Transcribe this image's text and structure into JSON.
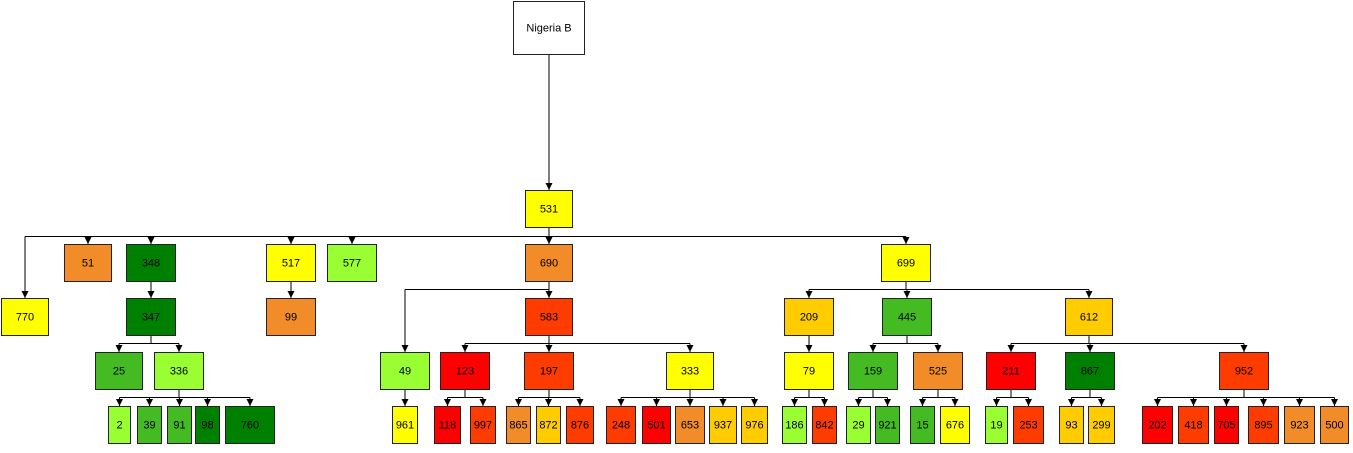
{
  "palette": {
    "white": "#ffffff",
    "yellow": "#ffff00",
    "gold": "#ffcc00",
    "orange": "#f28c28",
    "red_orange": "#ff3c00",
    "red": "#ff0000",
    "lime": "#99ff33",
    "green": "#44bb22",
    "dark_green": "#008000"
  },
  "tree": {
    "id": "root",
    "label": "Nigeria B",
    "color": "white",
    "children": [
      {
        "id": "n531",
        "label": "531",
        "color": "yellow",
        "children": [
          {
            "id": "n770",
            "label": "770",
            "color": "yellow",
            "children": []
          },
          {
            "id": "n51",
            "label": "51",
            "color": "orange",
            "children": []
          },
          {
            "id": "n348",
            "label": "348",
            "color": "dark_green",
            "children": [
              {
                "id": "n347",
                "label": "347",
                "color": "dark_green",
                "children": [
                  {
                    "id": "n25",
                    "label": "25",
                    "color": "green",
                    "children": []
                  },
                  {
                    "id": "n336",
                    "label": "336",
                    "color": "lime",
                    "children": [
                      {
                        "id": "n2",
                        "label": "2",
                        "color": "lime",
                        "children": []
                      },
                      {
                        "id": "n39",
                        "label": "39",
                        "color": "green",
                        "children": []
                      },
                      {
                        "id": "n91",
                        "label": "91",
                        "color": "green",
                        "children": []
                      },
                      {
                        "id": "n98",
                        "label": "98",
                        "color": "dark_green",
                        "children": []
                      },
                      {
                        "id": "n760",
                        "label": "760",
                        "color": "dark_green",
                        "children": []
                      }
                    ]
                  }
                ]
              }
            ]
          },
          {
            "id": "n517",
            "label": "517",
            "color": "yellow",
            "children": [
              {
                "id": "n99",
                "label": "99",
                "color": "orange",
                "children": []
              }
            ]
          },
          {
            "id": "n577",
            "label": "577",
            "color": "lime",
            "children": []
          },
          {
            "id": "n690",
            "label": "690",
            "color": "orange",
            "children": [
              {
                "id": "n49",
                "label": "49",
                "color": "lime",
                "children": [
                  {
                    "id": "n961",
                    "label": "961",
                    "color": "yellow",
                    "children": []
                  }
                ]
              },
              {
                "id": "n583",
                "label": "583",
                "color": "red_orange",
                "children": [
                  {
                    "id": "n123",
                    "label": "123",
                    "color": "red",
                    "children": [
                      {
                        "id": "n118",
                        "label": "118",
                        "color": "red",
                        "children": []
                      },
                      {
                        "id": "n997",
                        "label": "997",
                        "color": "red_orange",
                        "children": []
                      }
                    ]
                  },
                  {
                    "id": "n197",
                    "label": "197",
                    "color": "red_orange",
                    "children": [
                      {
                        "id": "n865",
                        "label": "865",
                        "color": "orange",
                        "children": []
                      },
                      {
                        "id": "n872",
                        "label": "872",
                        "color": "gold",
                        "children": []
                      },
                      {
                        "id": "n876",
                        "label": "876",
                        "color": "red_orange",
                        "children": []
                      }
                    ]
                  },
                  {
                    "id": "n333",
                    "label": "333",
                    "color": "yellow",
                    "children": [
                      {
                        "id": "n248",
                        "label": "248",
                        "color": "red_orange",
                        "children": []
                      },
                      {
                        "id": "n501",
                        "label": "501",
                        "color": "red",
                        "children": []
                      },
                      {
                        "id": "n653",
                        "label": "653",
                        "color": "orange",
                        "children": []
                      },
                      {
                        "id": "n937",
                        "label": "937",
                        "color": "gold",
                        "children": []
                      },
                      {
                        "id": "n976",
                        "label": "976",
                        "color": "gold",
                        "children": []
                      }
                    ]
                  }
                ]
              }
            ]
          },
          {
            "id": "n699",
            "label": "699",
            "color": "yellow",
            "children": [
              {
                "id": "n209",
                "label": "209",
                "color": "gold",
                "children": [
                  {
                    "id": "n79",
                    "label": "79",
                    "color": "yellow",
                    "children": [
                      {
                        "id": "n186",
                        "label": "186",
                        "color": "lime",
                        "children": []
                      },
                      {
                        "id": "n842",
                        "label": "842",
                        "color": "red_orange",
                        "children": []
                      }
                    ]
                  }
                ]
              },
              {
                "id": "n445",
                "label": "445",
                "color": "green",
                "children": [
                  {
                    "id": "n159",
                    "label": "159",
                    "color": "green",
                    "children": [
                      {
                        "id": "n29",
                        "label": "29",
                        "color": "lime",
                        "children": []
                      },
                      {
                        "id": "n921",
                        "label": "921",
                        "color": "green",
                        "children": []
                      }
                    ]
                  },
                  {
                    "id": "n525",
                    "label": "525",
                    "color": "orange",
                    "children": [
                      {
                        "id": "n15",
                        "label": "15",
                        "color": "green",
                        "children": []
                      },
                      {
                        "id": "n676",
                        "label": "676",
                        "color": "yellow",
                        "children": []
                      }
                    ]
                  }
                ]
              },
              {
                "id": "n612",
                "label": "612",
                "color": "gold",
                "children": [
                  {
                    "id": "n211",
                    "label": "211",
                    "color": "red",
                    "children": [
                      {
                        "id": "n19",
                        "label": "19",
                        "color": "lime",
                        "children": []
                      },
                      {
                        "id": "n253",
                        "label": "253",
                        "color": "red_orange",
                        "children": []
                      }
                    ]
                  },
                  {
                    "id": "n867",
                    "label": "867",
                    "color": "dark_green",
                    "children": [
                      {
                        "id": "n93",
                        "label": "93",
                        "color": "gold",
                        "children": []
                      },
                      {
                        "id": "n299",
                        "label": "299",
                        "color": "gold",
                        "children": []
                      }
                    ]
                  },
                  {
                    "id": "n952",
                    "label": "952",
                    "color": "red_orange",
                    "children": [
                      {
                        "id": "n202",
                        "label": "202",
                        "color": "red",
                        "children": []
                      },
                      {
                        "id": "n418",
                        "label": "418",
                        "color": "red_orange",
                        "children": []
                      },
                      {
                        "id": "n705",
                        "label": "705",
                        "color": "red",
                        "children": []
                      },
                      {
                        "id": "n895",
                        "label": "895",
                        "color": "red_orange",
                        "children": []
                      },
                      {
                        "id": "n923",
                        "label": "923",
                        "color": "orange",
                        "children": []
                      },
                      {
                        "id": "n500",
                        "label": "500",
                        "color": "orange",
                        "children": []
                      }
                    ]
                  }
                ]
              }
            ]
          }
        ]
      }
    ]
  }
}
